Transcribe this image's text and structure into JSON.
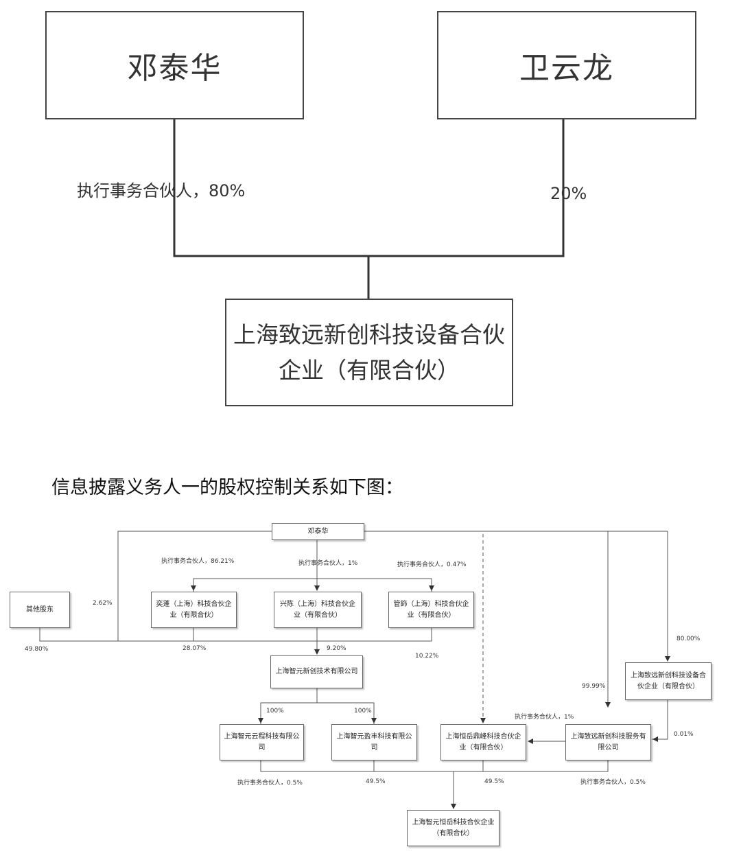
{
  "top_diagram": {
    "nodes": {
      "deng": "邓泰华",
      "wei": "卫云龙",
      "zhiyuan": "上海致远新创科技设备合伙企业（有限合伙）"
    },
    "edges": {
      "deng_label": "执行事务合伙人，80%",
      "wei_label": "20%"
    }
  },
  "heading": "信息披露义务人一的股权控制关系如下图：",
  "bottom_diagram": {
    "nodes": {
      "deng": "邓泰华",
      "others": "其他股东",
      "yipeng": "奕蓬（上海）科技合伙企业（有限合伙）",
      "xingchen": "兴陈（上海）科技合伙企业（有限合伙）",
      "guanchu": "管鉓（上海）科技合伙企业（有限合伙）",
      "zhiyuan_tech": "上海智元新创技术有限公司",
      "zhiyuan_equip": "上海致远新创科技设备合伙企业（有限合伙）",
      "yuncheng": "上海智元云程科技有限公司",
      "yingfeng": "上海智元盈丰科技有限公司",
      "henghe": "上海恒岳鼎峰科技合伙企业（有限合伙）",
      "zhiyuan_service": "上海致远新创科技服务有限公司",
      "bottom": "上海智元恒岳科技合伙企业（有限合伙）"
    },
    "edges": {
      "yipeng": "执行事务合伙人，86.21%",
      "xingchen": "执行事务合伙人，1%",
      "guanchu": "执行事务合伙人，0.47%",
      "deng_direct": "2.62%",
      "others": "49.80%",
      "yipeng_to_tech": "28.07%",
      "xingchen_to_tech": "9.20%",
      "guanchu_to_tech": "10.22%",
      "equip": "80.00%",
      "service": "99.99%",
      "equip_to_service": "0.01%",
      "service_to_henghe": "执行事务合伙人，1%",
      "yuncheng": "100%",
      "yingfeng": "100%",
      "yuncheng_to_bottom": "执行事务合伙人，0.5%",
      "yingfeng_to_bottom": "49.5%",
      "henghe_to_bottom": "49.5%",
      "service_to_bottom": "执行事务合伙人，0.5%"
    }
  }
}
